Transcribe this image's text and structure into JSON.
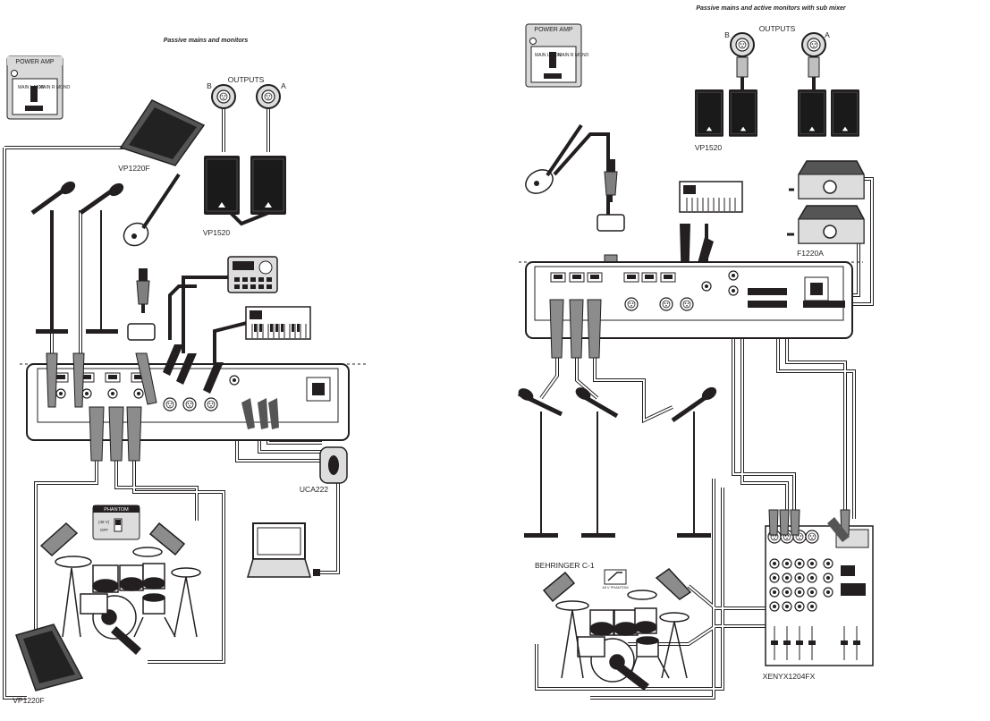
{
  "diagram_left": {
    "caption": "Passive mains and monitors",
    "power_amp": {
      "title": "POWER AMP",
      "left_label": "MAIN L MON",
      "right_label": "MAIN R MONO"
    },
    "outputs_label": "OUTPUTS",
    "output_b": "B",
    "output_a": "A",
    "monitor_top": "VP1220F",
    "mains": "VP1520",
    "interface": "UCA222",
    "phantom_box": {
      "title": "PHANTOM",
      "on": "(48 V)",
      "off": "OFF"
    },
    "monitor_bottom": "VP1220F"
  },
  "diagram_right": {
    "caption": "Passive mains and active monitors with sub mixer",
    "power_amp": {
      "title": "POWER AMP",
      "left_label": "MAIN L MON",
      "right_label": "MAIN R MONO"
    },
    "outputs_label": "OUTPUTS",
    "output_b": "B",
    "output_a": "A",
    "mains": "VP1520",
    "active_monitors": "F1220A",
    "mic_label": "BEHRINGER C-1",
    "phantom_note": "48 V PHANTOM",
    "sub_mixer": "XENYX1204FX"
  },
  "colors": {
    "line": "#231f20",
    "fill_dark": "#231f20",
    "fill_gray": "#9a9a9a",
    "fill_light": "#d9d9d9"
  }
}
